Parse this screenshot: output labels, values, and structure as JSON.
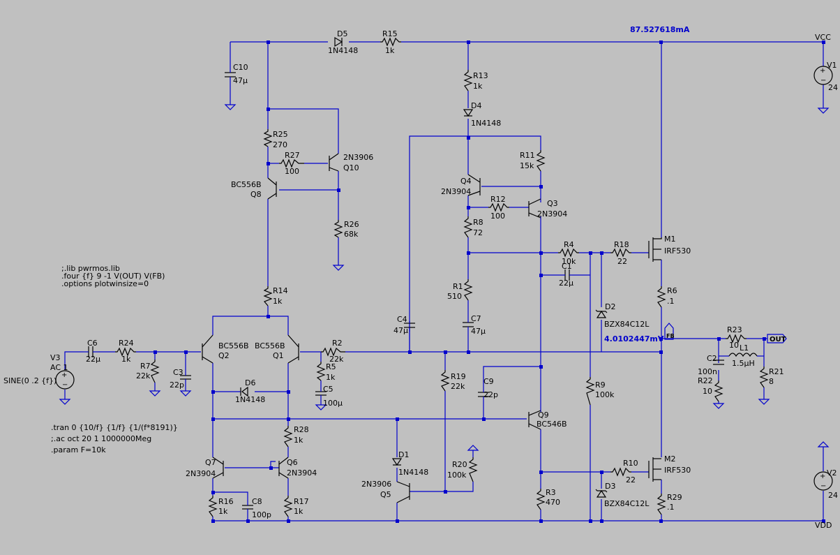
{
  "probe_current": "87.527618mA",
  "probe_voltage": "4.0102447mV",
  "nets": {
    "vcc": "VCC",
    "vdd": "VDD",
    "out": "OUT",
    "fb": "FB"
  },
  "directives": [
    ";.lib pwrmos.lib",
    ".four {f} 9 -1 V(OUT) V(FB)",
    ".options plotwinsize=0",
    ".tran 0 {10/f} {1/f} {1/(f*8191)}",
    ";.ac oct 20 1 1000000Meg",
    ".param F=10k"
  ],
  "sources": {
    "v1": {
      "name": "V1",
      "value": "24"
    },
    "v2": {
      "name": "V2",
      "value": "24"
    },
    "v3": {
      "name": "V3",
      "value": "AC 1",
      "value2": "SINE(0 .2 {f})"
    }
  },
  "resistors": {
    "R1": {
      "name": "R1",
      "value": "510"
    },
    "R2": {
      "name": "R2",
      "value": "22k"
    },
    "R3": {
      "name": "R3",
      "value": "470"
    },
    "R4": {
      "name": "R4",
      "value": "10k"
    },
    "R5": {
      "name": "R5",
      "value": "1k"
    },
    "R6": {
      "name": "R6",
      "value": ".1"
    },
    "R7": {
      "name": "R7",
      "value": "22k"
    },
    "R8": {
      "name": "R8",
      "value": "72"
    },
    "R9": {
      "name": "R9",
      "value": "100k"
    },
    "R10": {
      "name": "R10",
      "value": "22"
    },
    "R11": {
      "name": "R11",
      "value": "15k"
    },
    "R12": {
      "name": "R12",
      "value": "100"
    },
    "R13": {
      "name": "R13",
      "value": "1k"
    },
    "R14": {
      "name": "R14",
      "value": "1k"
    },
    "R15": {
      "name": "R15",
      "value": "1k"
    },
    "R16": {
      "name": "R16",
      "value": "1k"
    },
    "R17": {
      "name": "R17",
      "value": "1k"
    },
    "R18": {
      "name": "R18",
      "value": "22"
    },
    "R19": {
      "name": "R19",
      "value": "22k"
    },
    "R20": {
      "name": "R20",
      "value": "100k"
    },
    "R21": {
      "name": "R21",
      "value": "8"
    },
    "R22": {
      "name": "R22",
      "value": "10"
    },
    "R23": {
      "name": "R23",
      "value": "10"
    },
    "R24": {
      "name": "R24",
      "value": "1k"
    },
    "R25": {
      "name": "R25",
      "value": "270"
    },
    "R26": {
      "name": "R26",
      "value": "68k"
    },
    "R27": {
      "name": "R27",
      "value": "100"
    },
    "R28": {
      "name": "R28",
      "value": "1k"
    },
    "R29": {
      "name": "R29",
      "value": ".1"
    }
  },
  "capacitors": {
    "C1": {
      "name": "C1",
      "value": "22µ"
    },
    "C2": {
      "name": "C2",
      "value": "100n"
    },
    "C3": {
      "name": "C3",
      "value": "22p"
    },
    "C4": {
      "name": "C4",
      "value": "47µ"
    },
    "C5": {
      "name": "C5",
      "value": "100µ"
    },
    "C6": {
      "name": "C6",
      "value": "22µ"
    },
    "C7": {
      "name": "C7",
      "value": "47µ"
    },
    "C8": {
      "name": "C8",
      "value": "100p"
    },
    "C9": {
      "name": "C9",
      "value": "22p"
    },
    "C10": {
      "name": "C10",
      "value": "47µ"
    }
  },
  "inductors": {
    "L1": {
      "name": "L1",
      "value": "1.5µH"
    }
  },
  "diodes": {
    "D1": {
      "name": "D1",
      "value": "1N4148"
    },
    "D2": {
      "name": "D2",
      "value": "BZX84C12L"
    },
    "D3": {
      "name": "D3",
      "value": "BZX84C12L"
    },
    "D4": {
      "name": "D4",
      "value": "1N4148"
    },
    "D5": {
      "name": "D5",
      "value": "1N4148"
    },
    "D6": {
      "name": "D6",
      "value": "1N4148"
    }
  },
  "transistors": {
    "Q1": {
      "name": "Q1",
      "value": "BC556B"
    },
    "Q2": {
      "name": "Q2",
      "value": "BC556B"
    },
    "Q3": {
      "name": "Q3",
      "value": "2N3904"
    },
    "Q4": {
      "name": "Q4",
      "value": "2N3904"
    },
    "Q5": {
      "name": "Q5",
      "value": "2N3906"
    },
    "Q6": {
      "name": "Q6",
      "value": "2N3904"
    },
    "Q7": {
      "name": "Q7",
      "value": "2N3904"
    },
    "Q8": {
      "name": "Q8",
      "value": "BC556B"
    },
    "Q9": {
      "name": "Q9",
      "value": "BC546B"
    },
    "Q10": {
      "name": "Q10",
      "value": "2N3906"
    },
    "M1": {
      "name": "M1",
      "value": "IRF530"
    },
    "M2": {
      "name": "M2",
      "value": "IRF530"
    }
  }
}
